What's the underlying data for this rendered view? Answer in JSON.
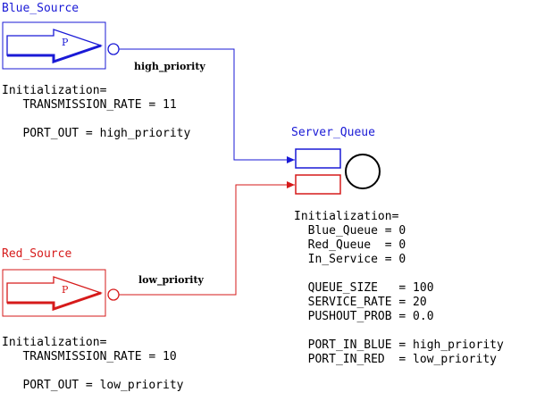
{
  "blue_source": {
    "name": "Blue_Source",
    "icon_letter": "P",
    "port_name": "high_priority",
    "init_header": "Initialization=",
    "init_lines": [
      "   TRANSMISSION_RATE = 11",
      "",
      "   PORT_OUT = high_priority"
    ],
    "color": "#1a1ad6"
  },
  "red_source": {
    "name": "Red_Source",
    "icon_letter": "P",
    "port_name": "low_priority",
    "init_header": "Initialization=",
    "init_lines": [
      "   TRANSMISSION_RATE = 10",
      "",
      "   PORT_OUT = low_priority"
    ],
    "color": "#d61a1a"
  },
  "server_queue": {
    "name": "Server_Queue",
    "init_header": "Initialization=",
    "init_lines": [
      "  Blue_Queue = 0",
      "  Red_Queue  = 0",
      "  In_Service = 0",
      "",
      "  QUEUE_SIZE   = 100",
      "  SERVICE_RATE = 20",
      "  PUSHOUT_PROB = 0.0",
      "",
      "  PORT_IN_BLUE = high_priority",
      "  PORT_IN_RED  = low_priority"
    ]
  }
}
